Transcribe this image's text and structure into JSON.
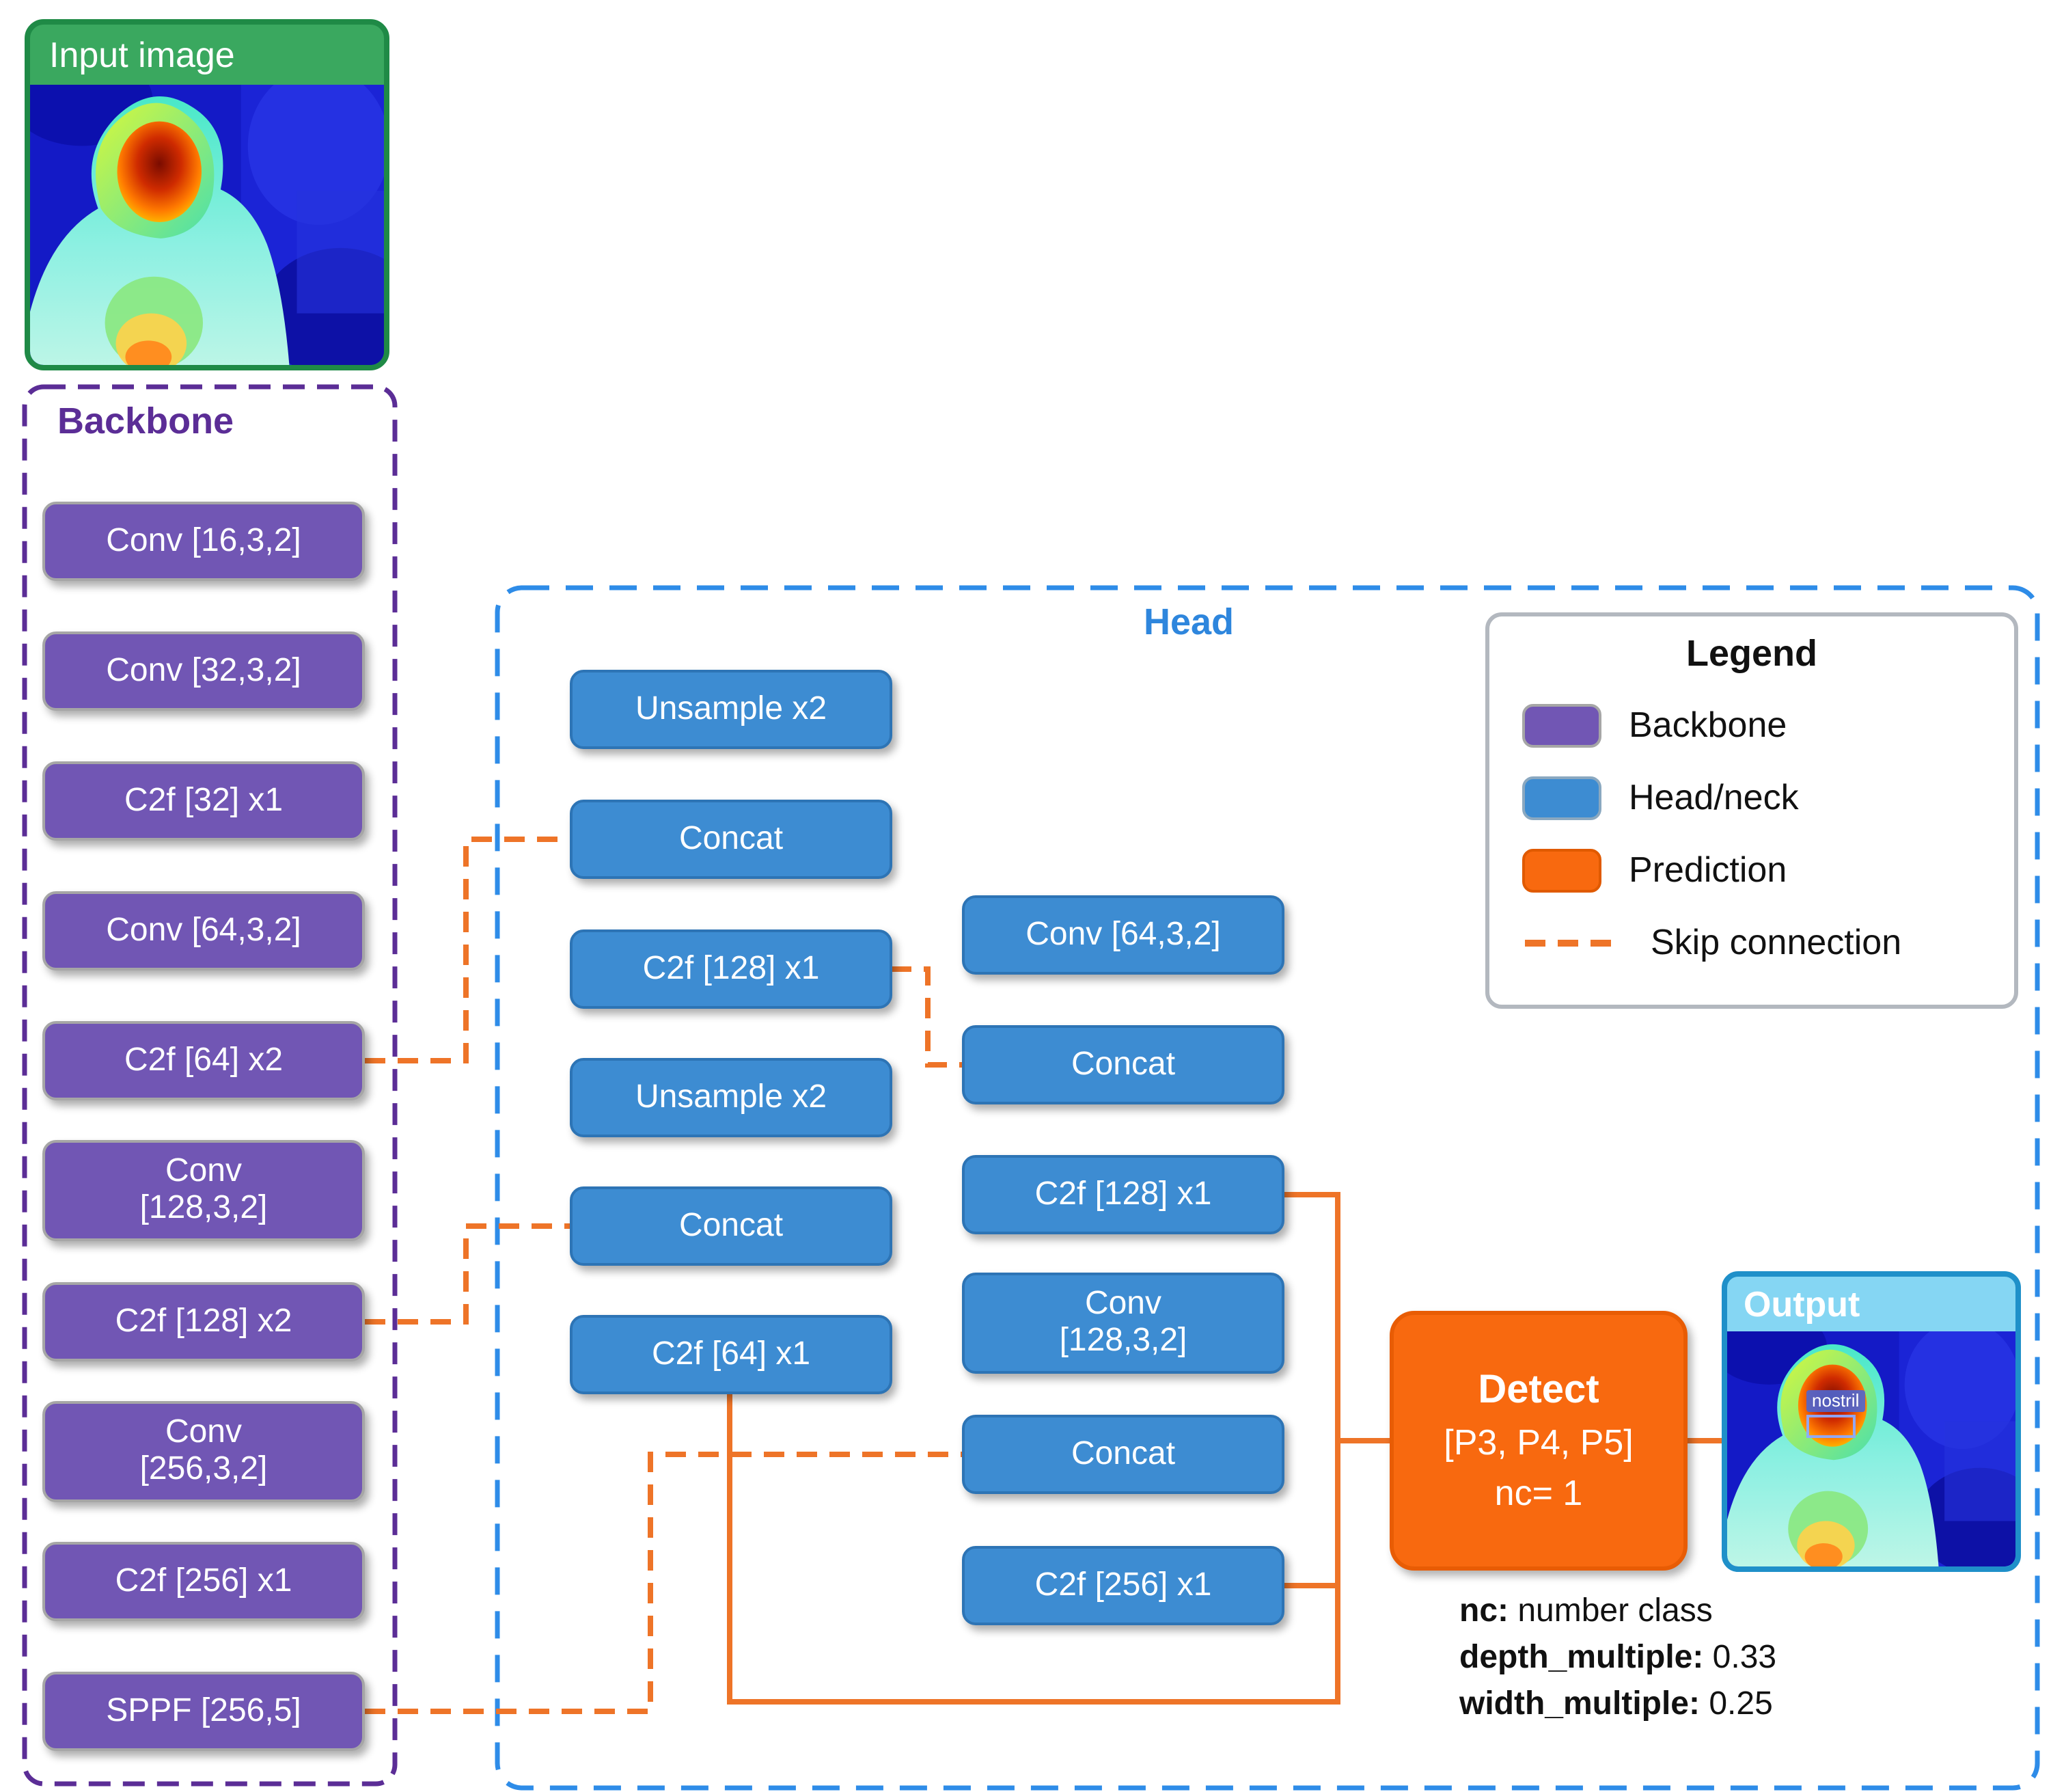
{
  "input": {
    "title": "Input image"
  },
  "backbone": {
    "title": "Backbone",
    "blocks": [
      "Conv [16,3,2]",
      "Conv [32,3,2]",
      "C2f [32] x1",
      "Conv [64,3,2]",
      "C2f [64] x2",
      "Conv\n[128,3,2]",
      "C2f [128] x2",
      "Conv\n[256,3,2]",
      "C2f [256] x1",
      "SPPF [256,5]"
    ]
  },
  "head": {
    "title": "Head",
    "col1": [
      "Unsample x2",
      "Concat",
      "C2f [128] x1",
      "Unsample x2",
      "Concat",
      "C2f [64] x1"
    ],
    "col2": [
      "Conv [64,3,2]",
      "Concat",
      "C2f [128] x1",
      "Conv\n[128,3,2]",
      "Concat",
      "C2f [256] x1"
    ]
  },
  "legend": {
    "title": "Legend",
    "items": [
      {
        "label": "Backbone",
        "color": "#7156b4"
      },
      {
        "label": "Head/neck",
        "color": "#3d8cd2"
      },
      {
        "label": "Prediction",
        "color": "#f8690f"
      },
      {
        "label": "Skip connection",
        "color": "#ee7428"
      }
    ]
  },
  "detect": {
    "title": "Detect",
    "scales": "[P3, P4, P5]",
    "classes": "nc= 1"
  },
  "output": {
    "title": "Output",
    "detection_label": "nostril"
  },
  "notes": [
    {
      "term": "nc:",
      "desc": " number class"
    },
    {
      "term": "depth_multiple:",
      "desc": " 0.33"
    },
    {
      "term": "width_multiple:",
      "desc": " 0.25"
    }
  ],
  "colors": {
    "green": "#3aa85f",
    "green_border": "#1f8a46",
    "purple_block": "#7156b4",
    "purple_dash": "#5b2d96",
    "blue_block": "#3d8cd2",
    "blue_dash": "#2e8ce8",
    "orange": "#f8690f",
    "orange_line": "#ee7428",
    "output_blue": "#1f90c9",
    "output_header": "#85d6f3"
  }
}
